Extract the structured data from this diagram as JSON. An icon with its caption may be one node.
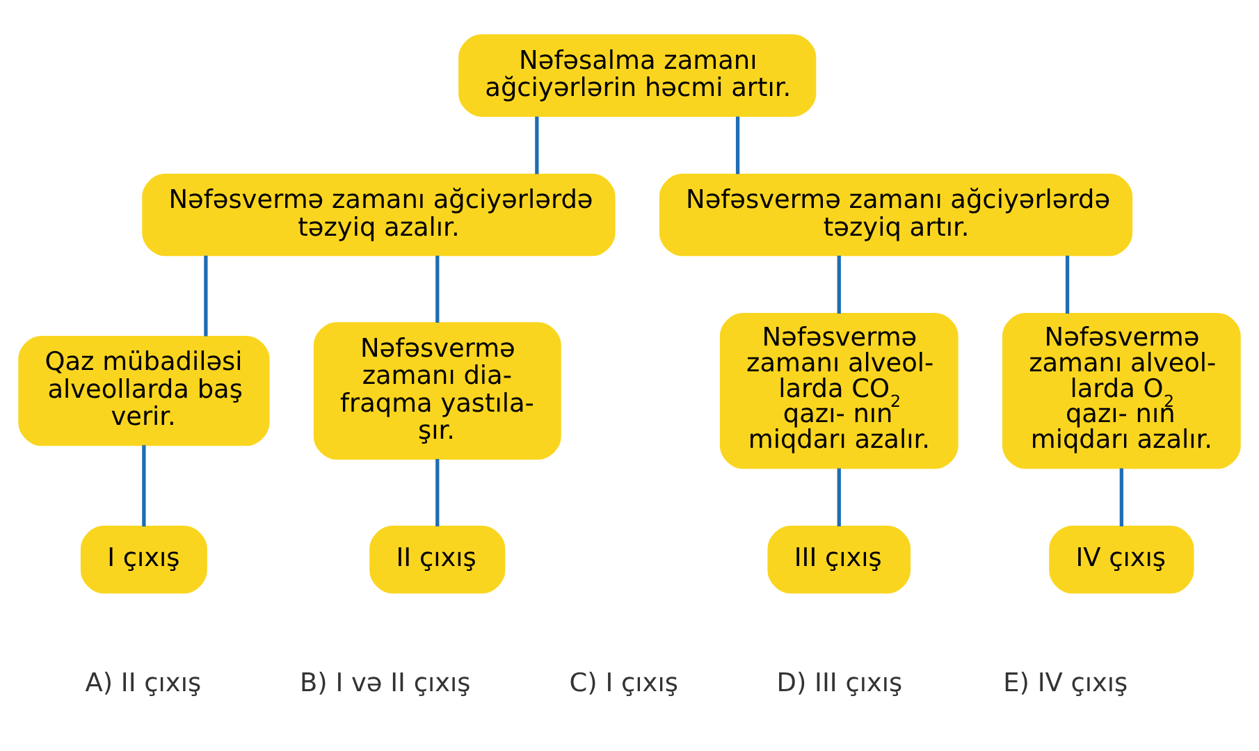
{
  "diagram": {
    "nodes": [
      {
        "text": [
          "Nəfəsalma zamanı ağciyərlərin həcmi artır."
        ]
      },
      {
        "text": [
          "Nəfəsvermə zamanı ağciyərlərdə təzyiq azalır."
        ]
      },
      {
        "text": [
          "Nəfəsvermə zamanı ağciyərlərdə təzyiq artır."
        ]
      },
      {
        "text": [
          "Qaz mübadiləsi alveollarda baş verir."
        ]
      },
      {
        "text": [
          "Nəfəsvermə zamanı dia- fraqma yastıla- şır."
        ]
      },
      {
        "text": [
          "Nəfəsvermə zamanı alveol- larda CO$_{2}$ qazı- nın miqdarı azalır."
        ]
      },
      {
        "text": [
          "Nəfəsvermə zamanı alveol- larda O$_{2}$ qazı- nın miqdarı azalır."
        ]
      },
      {
        "text": [
          "I çıxış"
        ]
      },
      {
        "text": [
          "II çıxış"
        ]
      },
      {
        "text": [
          "III çıxış"
        ]
      },
      {
        "text": [
          "IV çıxış"
        ]
      }
    ],
    "edges": [
      {
        "from": 0,
        "to": 1,
        "arrow": "none"
      },
      {
        "from": 0,
        "to": 2,
        "arrow": "none"
      },
      {
        "from": 1,
        "to": 3,
        "arrow": "none"
      },
      {
        "from": 1,
        "to": 4,
        "arrow": "none"
      },
      {
        "from": 2,
        "to": 5,
        "arrow": "none"
      },
      {
        "from": 2,
        "to": 6,
        "arrow": "none"
      },
      {
        "from": 3,
        "to": 7,
        "arrow": "none"
      },
      {
        "from": 4,
        "to": 8,
        "arrow": "none"
      },
      {
        "from": 5,
        "to": 9,
        "arrow": "none"
      },
      {
        "from": 6,
        "to": 10,
        "arrow": "none"
      }
    ],
    "labels": [
      "A) II çıxış",
      "B) I və II çıxış",
      "C) I çıxış",
      "D) III çıxış",
      "E) IV çıxış"
    ]
  }
}
